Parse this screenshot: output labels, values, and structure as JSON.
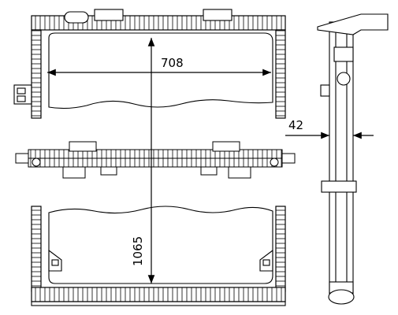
{
  "drawing": {
    "width_label": "708",
    "height_label": "1065",
    "depth_label": "42"
  }
}
